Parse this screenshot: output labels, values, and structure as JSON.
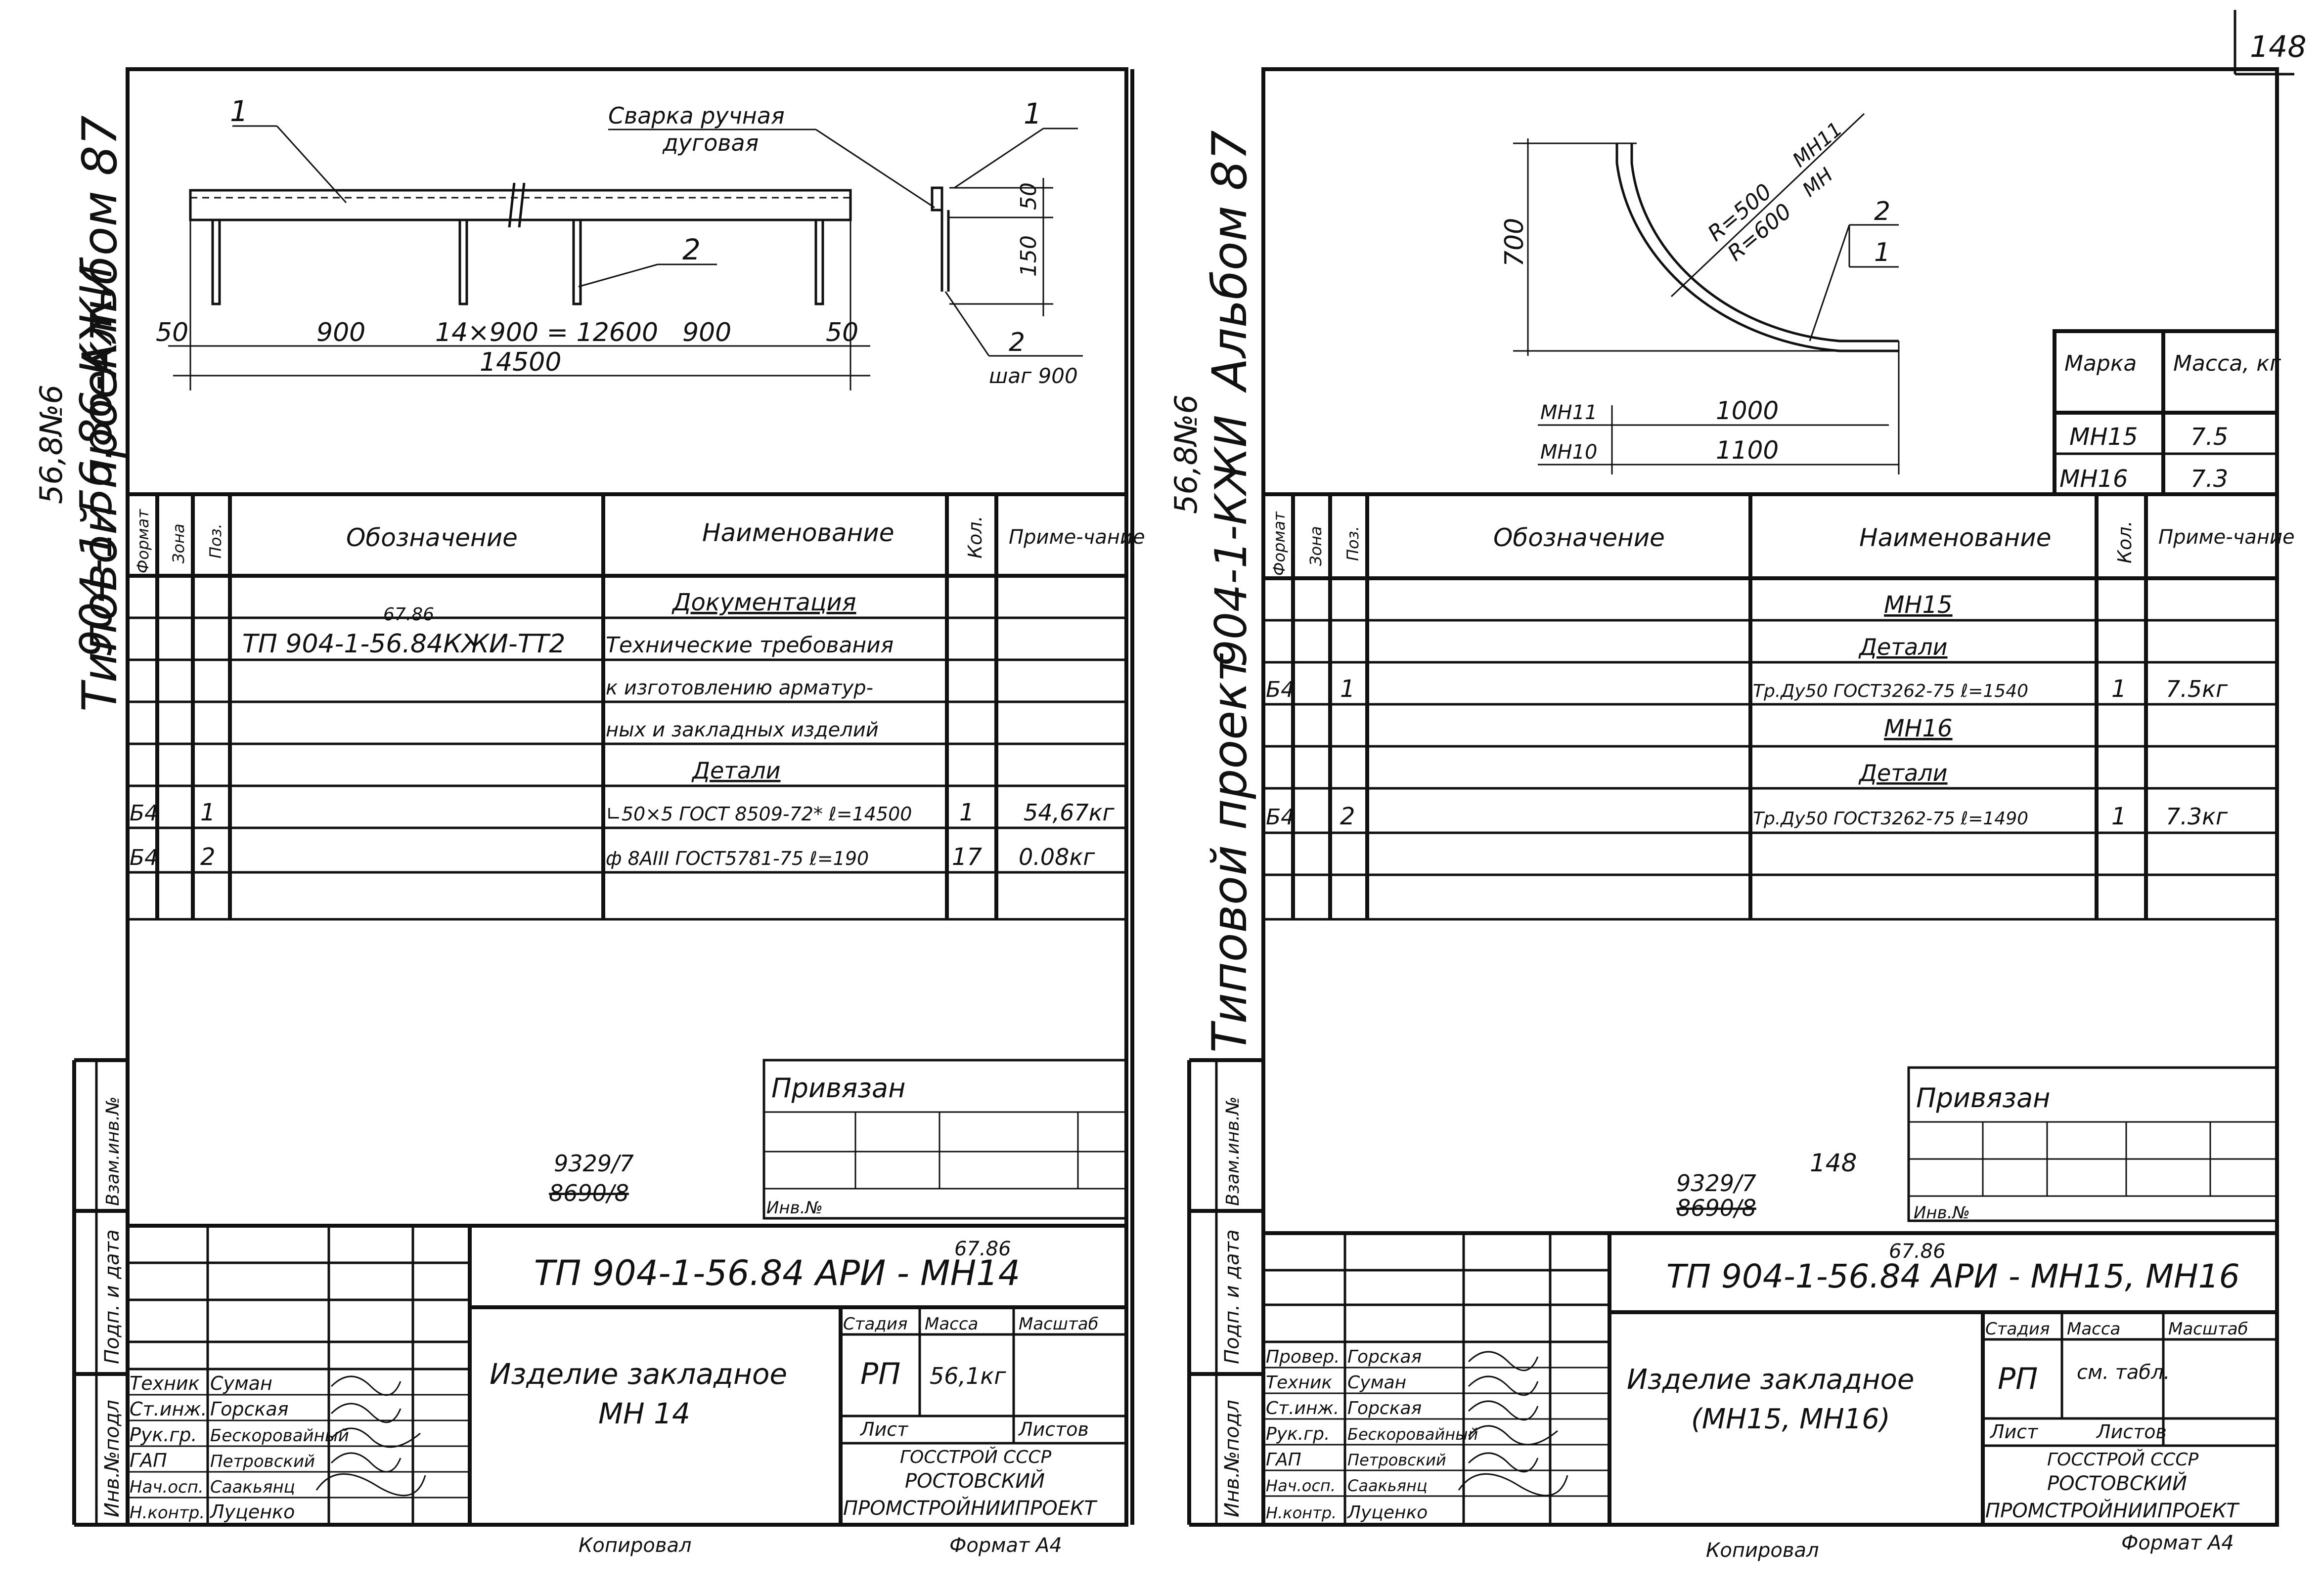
{
  "page_number": "148",
  "left": {
    "album": "Альбом 87",
    "series_top": "56,8№6",
    "series_code": "904-1-56.86-КЖИ",
    "project_type": "Типовой проект",
    "drawing": {
      "leader_1": "1",
      "leader_2": "2",
      "weld_note_1": "Сварка ручная",
      "weld_note_2": "дуговая",
      "dim_50_left": "50",
      "dim_900_left": "900",
      "dim_mid": "14×900 = 12600",
      "dim_900_right": "900",
      "dim_50_right": "50",
      "dim_total": "14500",
      "sec_leader_1": "1",
      "sec_dim_50": "50",
      "sec_dim_150": "150",
      "sec_leader_2": "2",
      "sec_step": "шаг 900"
    },
    "spec": {
      "headers": [
        "Формат",
        "Зона",
        "Поз.",
        "Обозначение",
        "Наименование",
        "Кол.",
        "Приме-чание"
      ],
      "rows": [
        {
          "fmt": "",
          "zone": "",
          "pos": "",
          "desig": "",
          "name": "Документация",
          "qty": "",
          "note": ""
        },
        {
          "fmt": "",
          "zone": "",
          "pos": "",
          "desig": "ТП 904-1-56.84КЖИ-ТТ2",
          "name": "Технические требования",
          "qty": "",
          "note": ""
        },
        {
          "fmt": "",
          "zone": "",
          "pos": "",
          "desig": "",
          "name": "к изготовлению арматур-",
          "qty": "",
          "note": ""
        },
        {
          "fmt": "",
          "zone": "",
          "pos": "",
          "desig": "",
          "name": "ных и закладных изделий",
          "qty": "",
          "note": ""
        },
        {
          "fmt": "",
          "zone": "",
          "pos": "",
          "desig": "",
          "name": "Детали",
          "qty": "",
          "note": ""
        },
        {
          "fmt": "Б4",
          "zone": "",
          "pos": "1",
          "desig": "",
          "name": "∟50×5 ГОСТ 8509-72* ℓ=14500",
          "qty": "1",
          "note": "54,67кг"
        },
        {
          "fmt": "Б4",
          "zone": "",
          "pos": "2",
          "desig": "",
          "name": "ф 8АIII ГОСТ5781-75 ℓ=190",
          "qty": "17",
          "note": "0.08кг"
        }
      ],
      "correction": "67.86"
    },
    "attached": "Привязан",
    "inv_no": "Инв.№",
    "num_current": "9329/7",
    "num_struck": "8690/8",
    "title_code": "ТП 904-1-56.84 АРИ - МН14",
    "title_correction": "67.86",
    "item_title": "Изделие закладное",
    "item_code": "МН 14",
    "stage_header": "Стадия",
    "mass_header": "Масса",
    "scale_header": "Масштаб",
    "stage": "РП",
    "mass": "56,1кг",
    "sheet_label": "Лист",
    "sheets_label": "Листов",
    "org_1": "ГОССТРОЙ СССР",
    "org_2": "РОСТОВСКИЙ",
    "org_3": "ПРОМСТРОЙНИИПРОЕКТ",
    "staff": [
      {
        "role": "Техник",
        "name": "Суман"
      },
      {
        "role": "Ст.инж.",
        "name": "Горская"
      },
      {
        "role": "Рук.гр.",
        "name": "Бескоровайный"
      },
      {
        "role": "ГАП",
        "name": "Петровский"
      },
      {
        "role": "Нач.осп.",
        "name": "Саакьянц"
      },
      {
        "role": "Н.контр.",
        "name": "Луценко"
      }
    ],
    "side_labels": [
      "Инв.№подл",
      "Подп. и дата",
      "Взам.инв.№"
    ],
    "copied": "Копировал",
    "format": "Формат А4"
  },
  "right": {
    "album": "Альбом 87",
    "series_top": "56,8№6",
    "series_code": "904-1-КЖИ",
    "project_type": "Типовой проект",
    "drawing": {
      "dim_700": "700",
      "radius_1": "R=500",
      "radius_1_tag": "МН11",
      "radius_2": "R=600",
      "radius_2_tag": "МН",
      "leader_2": "2",
      "leader_1": "1",
      "row_1_tag": "МН11",
      "row_1_dim": "1000",
      "row_2_tag": "МН10",
      "row_2_dim": "1100"
    },
    "mass_table": {
      "headers": [
        "Марка",
        "Масса, кг"
      ],
      "rows": [
        [
          "МН15",
          "7.5"
        ],
        [
          "МН16",
          "7.3"
        ]
      ]
    },
    "spec": {
      "headers": [
        "Формат",
        "Зона",
        "Поз.",
        "Обозначение",
        "Наименование",
        "Кол.",
        "Приме-чание"
      ],
      "rows": [
        {
          "fmt": "",
          "zone": "",
          "pos": "",
          "desig": "",
          "name": "МН15",
          "qty": "",
          "note": ""
        },
        {
          "fmt": "",
          "zone": "",
          "pos": "",
          "desig": "",
          "name": "Детали",
          "qty": "",
          "note": ""
        },
        {
          "fmt": "Б4",
          "zone": "",
          "pos": "1",
          "desig": "",
          "name": "Тр.Ду50 ГОСТ3262-75 ℓ=1540",
          "qty": "1",
          "note": "7.5кг"
        },
        {
          "fmt": "",
          "zone": "",
          "pos": "",
          "desig": "",
          "name": "МН16",
          "qty": "",
          "note": ""
        },
        {
          "fmt": "",
          "zone": "",
          "pos": "",
          "desig": "",
          "name": "Детали",
          "qty": "",
          "note": ""
        },
        {
          "fmt": "Б4",
          "zone": "",
          "pos": "2",
          "desig": "",
          "name": "Тр.Ду50 ГОСТ3262-75 ℓ=1490",
          "qty": "1",
          "note": "7.3кг"
        }
      ]
    },
    "attached": "Привязан",
    "inv_no": "Инв.№",
    "num_current": "9329/7",
    "num_extra": "148",
    "num_struck": "8690/8",
    "title_code": "ТП 904-1-56.84 АРИ - МН15, МН16",
    "title_correction": "67.86",
    "item_title": "Изделие закладное",
    "item_code": "(МН15, МН16)",
    "stage_header": "Стадия",
    "mass_header": "Масса",
    "scale_header": "Масштаб",
    "stage": "РП",
    "mass": "см. табл.",
    "sheet_label": "Лист",
    "sheets_label": "Листов",
    "org_1": "ГОССТРОЙ СССР",
    "org_2": "РОСТОВСКИЙ",
    "org_3": "ПРОМСТРОЙНИИПРОЕКТ",
    "staff": [
      {
        "role": "Провер.",
        "name": "Горская"
      },
      {
        "role": "Техник",
        "name": "Суман"
      },
      {
        "role": "Ст.инж.",
        "name": "Горская"
      },
      {
        "role": "Рук.гр.",
        "name": "Бескоровайный"
      },
      {
        "role": "ГАП",
        "name": "Петровский"
      },
      {
        "role": "Нач.осп.",
        "name": "Саакьянц"
      },
      {
        "role": "Н.контр.",
        "name": "Луценко"
      }
    ],
    "side_labels": [
      "Инв.№подл",
      "Подп. и дата",
      "Взам.инв.№"
    ],
    "copied": "Копировал",
    "format": "Формат А4"
  }
}
